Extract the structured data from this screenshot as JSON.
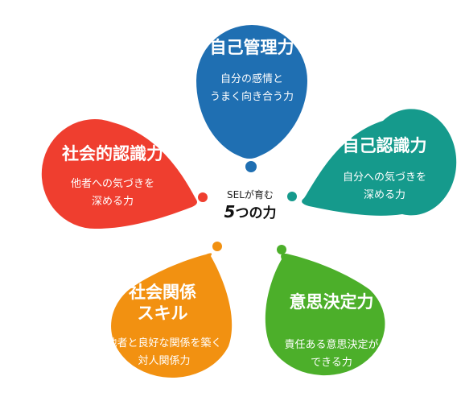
{
  "center": {
    "subtitle": "SELが育む",
    "title_num": "5",
    "title_text": "つの力"
  },
  "petals": [
    {
      "id": "self-management",
      "color": "#1f6fb2",
      "title_lines": [
        "自己管理力"
      ],
      "desc_lines": [
        "自分の感情と",
        "うまく向き合う力"
      ]
    },
    {
      "id": "self-awareness",
      "color": "#159a8c",
      "title_lines": [
        "自己認識力"
      ],
      "desc_lines": [
        "自分への気づきを",
        "深める力"
      ]
    },
    {
      "id": "social-awareness",
      "color": "#ef3e2f",
      "title_lines": [
        "社会的認識力"
      ],
      "desc_lines": [
        "他者への気づきを",
        "深める力"
      ]
    },
    {
      "id": "relationship-skills",
      "color": "#f29111",
      "title_lines": [
        "社会関係",
        "スキル"
      ],
      "desc_lines": [
        "他者と良好な関係を築く",
        "対人関係力"
      ]
    },
    {
      "id": "decision-making",
      "color": "#4caf2a",
      "title_lines": [
        "意思決定力"
      ],
      "desc_lines": [
        "責任ある意思決定が",
        "できる力"
      ]
    }
  ]
}
